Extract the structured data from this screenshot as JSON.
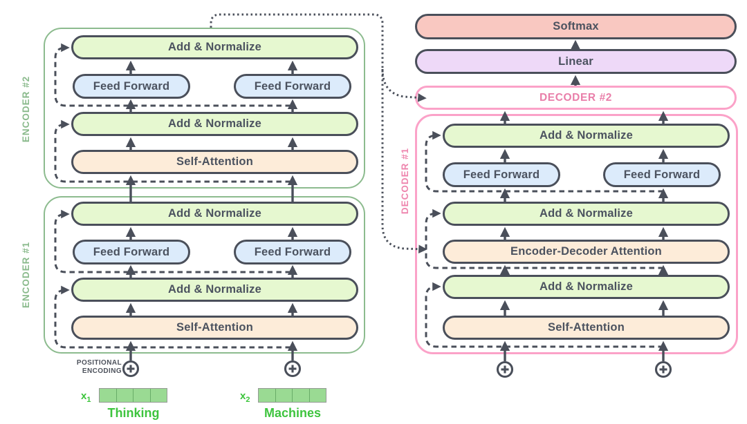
{
  "encoder2": {
    "label": "ENCODER #2",
    "add_norm_top": "Add & Normalize",
    "ff_left": "Feed Forward",
    "ff_right": "Feed Forward",
    "add_norm_bottom": "Add & Normalize",
    "self_attention": "Self-Attention"
  },
  "encoder1": {
    "label": "ENCODER #1",
    "add_norm_top": "Add & Normalize",
    "ff_left": "Feed Forward",
    "ff_right": "Feed Forward",
    "add_norm_bottom": "Add & Normalize",
    "self_attention": "Self-Attention"
  },
  "output_head": {
    "softmax": "Softmax",
    "linear": "Linear"
  },
  "decoder2": {
    "label": "DECODER #2"
  },
  "decoder1": {
    "label": "DECODER #1",
    "add_norm_top": "Add & Normalize",
    "ff_left": "Feed Forward",
    "ff_right": "Feed Forward",
    "add_norm_mid": "Add & Normalize",
    "enc_dec_attention": "Encoder-Decoder Attention",
    "add_norm_bottom": "Add & Normalize",
    "self_attention": "Self-Attention"
  },
  "inputs": {
    "positional_line1": "POSITIONAL",
    "positional_line2": "ENCODING",
    "tokens": [
      {
        "symbol": "x",
        "subscript": "1",
        "word": "Thinking"
      },
      {
        "symbol": "x",
        "subscript": "2",
        "word": "Machines"
      }
    ]
  },
  "icons": {
    "positional_add": "plus-circle"
  },
  "colors": {
    "stroke_dark": "#4a4f5a",
    "text_dark": "#4b525f",
    "encoder_border": "#8cbb8e",
    "decoder_border": "#fba2c8",
    "decoder_label": "#ee86ae",
    "pill_green": "#e6f8d0",
    "pill_blue": "#dcebfb",
    "pill_peach": "#fdecd9",
    "pill_salmon": "#f9c8c1",
    "pill_lavender": "#eed9f8",
    "vector_green": "#9ada93",
    "word_green": "#3ec43e"
  }
}
